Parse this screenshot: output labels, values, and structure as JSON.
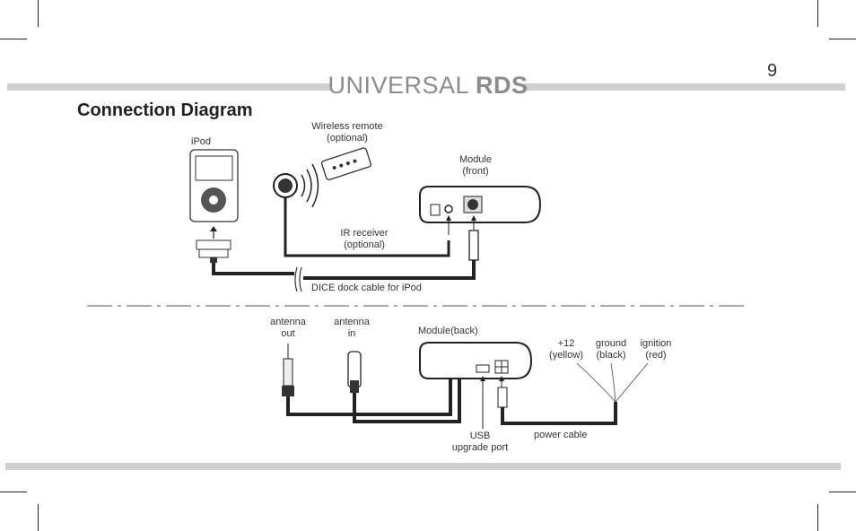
{
  "page_number": "9",
  "brand": {
    "light": "UNIVERSAL",
    "bold": "RDS"
  },
  "heading": "Connection Diagram",
  "top_diagram": {
    "ipod_label": "iPod",
    "remote_label_1": "Wireless remote",
    "remote_label_2": "(optional)",
    "module_front_label_1": "Module",
    "module_front_label_2": "(front)",
    "ir_label_1": "IR receiver",
    "ir_label_2": "(optional)",
    "dock_cable_label": "DICE dock cable for iPod"
  },
  "bottom_diagram": {
    "antenna_out_1": "antenna",
    "antenna_out_2": "out",
    "antenna_in_1": "antenna",
    "antenna_in_2": "in",
    "module_back_label": "Module(back)",
    "plus12_1": "+12",
    "plus12_2": "(yellow)",
    "ground_1": "ground",
    "ground_2": "(black)",
    "ignition_1": "ignition",
    "ignition_2": "(red)",
    "usb_1": "USB",
    "usb_2": "upgrade port",
    "power_cable_label": "power cable"
  }
}
